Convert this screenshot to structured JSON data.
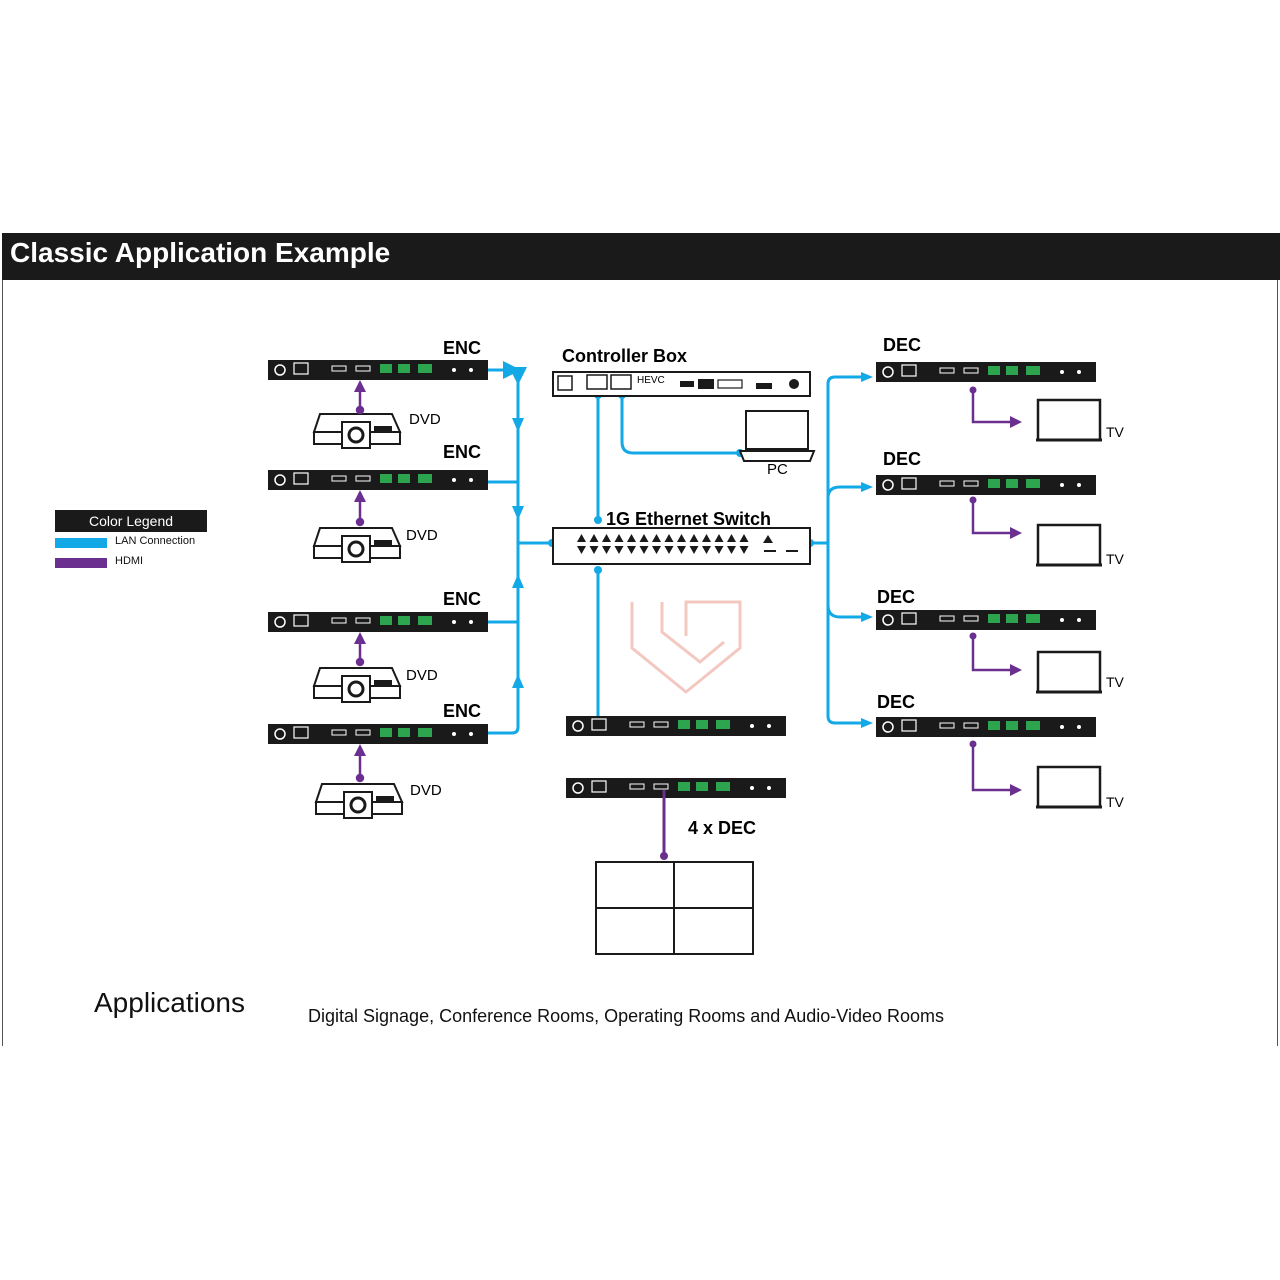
{
  "title": "Classic Application Example",
  "legend": {
    "heading": "Color Legend",
    "items": [
      {
        "label": "LAN Connection",
        "color": "#12a9e6"
      },
      {
        "label": "HDMI",
        "color": "#6b2f8f"
      }
    ]
  },
  "colors": {
    "lan": "#12a9e6",
    "hdmi": "#6b2f8f",
    "device": "#1a1a1a"
  },
  "labels": {
    "enc": "ENC",
    "dec": "DEC",
    "dvd": "DVD",
    "tv": "TV",
    "controller": "Controller Box",
    "hevc": "HEVC",
    "pc": "PC",
    "switch": "1G Ethernet Switch",
    "videowall": "4 x DEC"
  },
  "applications": {
    "heading": "Applications",
    "text": "Digital Signage, Conference Rooms, Operating Rooms and Audio-Video Rooms"
  }
}
